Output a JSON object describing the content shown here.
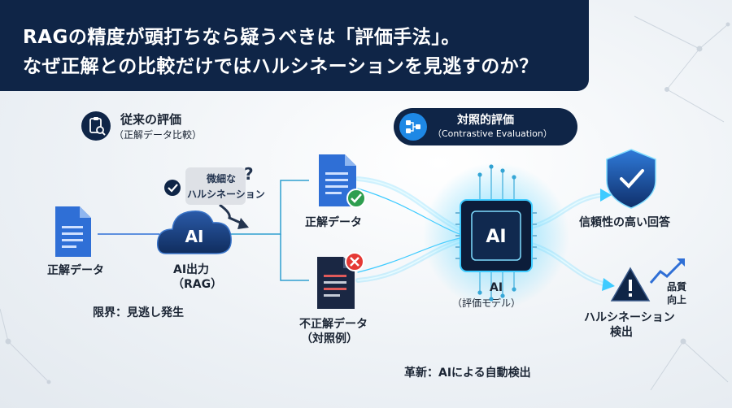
{
  "header": {
    "title_line1": "RAGの精度が頭打ちなら疑うべきは「評価手法」。",
    "title_line2": "なぜ正解との比較だけではハルシネーションを見逃すのか？"
  },
  "legacy": {
    "title": "従来の評価",
    "subtitle": "（正解データ比較）",
    "ground_truth_label": "正解データ",
    "output_label_1": "AI出力",
    "output_label_2": "（RAG）",
    "ai_text": "AI",
    "subtle_hallucination_1": "微細な",
    "subtle_hallucination_2": "ハルシネーション",
    "question_mark": "?",
    "limitation": "限界：見逃し発生"
  },
  "contrastive": {
    "title": "対照的評価",
    "subtitle": "（Contrastive Evaluation）",
    "correct_data_label": "正解データ",
    "incorrect_label_1": "不正解データ",
    "incorrect_label_2": "（対照例）",
    "ai_chip_text": "AI",
    "ai_label_1": "AI",
    "ai_label_2": "（評価モデル）",
    "innovation": "革新：AIによる自動検出"
  },
  "outcomes": {
    "reliable": "信頼性の高い回答",
    "hallucination_1": "ハルシネーション",
    "hallucination_2": "検出",
    "quality_1": "品質",
    "quality_2": "向上"
  },
  "colors": {
    "navy": "#0f2547",
    "accent_blue": "#1e88e5",
    "glow_cyan": "#38d0ff",
    "success_green": "#2e9e4f",
    "error_red": "#e53935",
    "doc_blue": "#2f6fd6"
  }
}
